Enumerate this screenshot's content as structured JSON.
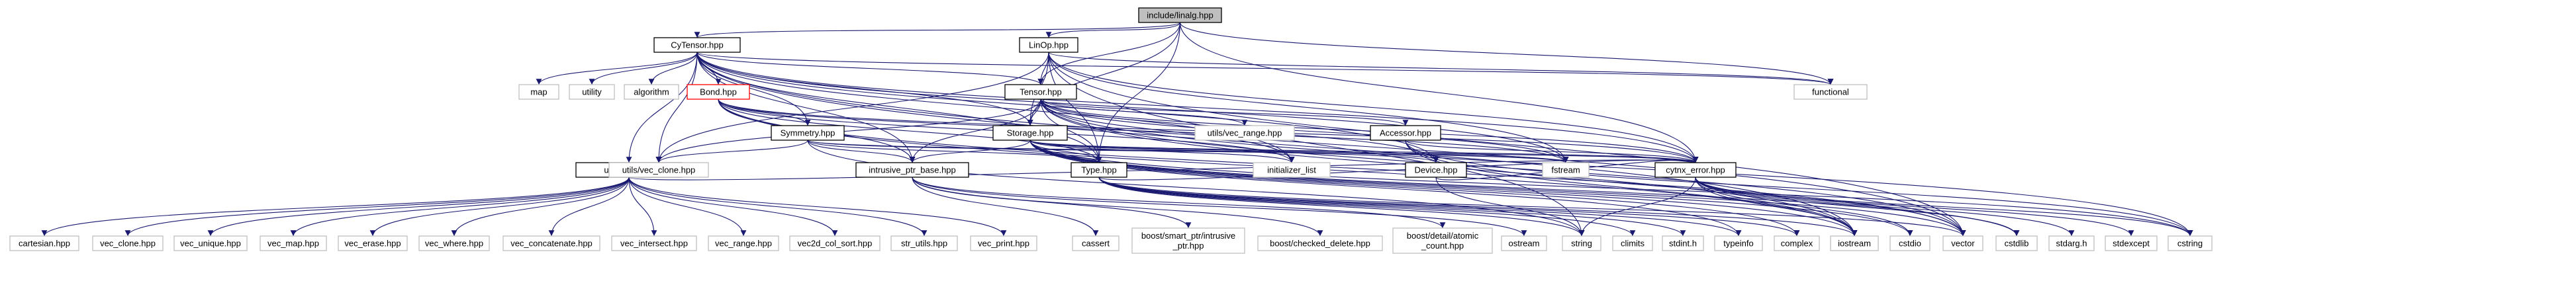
{
  "graph": {
    "nodes": [
      {
        "id": "linalg",
        "label": "include/linalg.hpp",
        "style": "focus"
      },
      {
        "id": "cytensor",
        "label": "CyTensor.hpp",
        "style": "normal"
      },
      {
        "id": "linop",
        "label": "LinOp.hpp",
        "style": "normal"
      },
      {
        "id": "functional",
        "label": "functional",
        "style": "gray"
      },
      {
        "id": "map",
        "label": "map",
        "style": "gray"
      },
      {
        "id": "utility",
        "label": "utility",
        "style": "gray"
      },
      {
        "id": "algorithm",
        "label": "algorithm",
        "style": "gray"
      },
      {
        "id": "bond",
        "label": "Bond.hpp",
        "style": "red"
      },
      {
        "id": "tensor",
        "label": "Tensor.hpp",
        "style": "normal"
      },
      {
        "id": "utils",
        "label": "utils/utils.hpp",
        "style": "normal"
      },
      {
        "id": "symmetry",
        "label": "Symmetry.hpp",
        "style": "normal"
      },
      {
        "id": "storage",
        "label": "Storage.hpp",
        "style": "normal"
      },
      {
        "id": "utilsvecrange",
        "label": "utils/vec_range.hpp",
        "style": "gray"
      },
      {
        "id": "accessor",
        "label": "Accessor.hpp",
        "style": "normal"
      },
      {
        "id": "vecclone2",
        "label": "utils/vec_clone.hpp",
        "style": "gray"
      },
      {
        "id": "intrusive",
        "label": "intrusive_ptr_base.hpp",
        "style": "normal"
      },
      {
        "id": "type",
        "label": "Type.hpp",
        "style": "normal"
      },
      {
        "id": "initlist",
        "label": "initializer_list",
        "style": "gray"
      },
      {
        "id": "device",
        "label": "Device.hpp",
        "style": "normal"
      },
      {
        "id": "fstream",
        "label": "fstream",
        "style": "gray"
      },
      {
        "id": "cytnxerror",
        "label": "cytnx_error.hpp",
        "style": "normal"
      },
      {
        "id": "cartesian",
        "label": "cartesian.hpp",
        "style": "gray"
      },
      {
        "id": "vecclone",
        "label": "vec_clone.hpp",
        "style": "gray"
      },
      {
        "id": "vecunique",
        "label": "vec_unique.hpp",
        "style": "gray"
      },
      {
        "id": "vecmap",
        "label": "vec_map.hpp",
        "style": "gray"
      },
      {
        "id": "vecerase",
        "label": "vec_erase.hpp",
        "style": "gray"
      },
      {
        "id": "vecwhere",
        "label": "vec_where.hpp",
        "style": "gray"
      },
      {
        "id": "vecconcat",
        "label": "vec_concatenate.hpp",
        "style": "gray"
      },
      {
        "id": "vecintersect",
        "label": "vec_intersect.hpp",
        "style": "gray"
      },
      {
        "id": "vecrange",
        "label": "vec_range.hpp",
        "style": "gray"
      },
      {
        "id": "vec2d",
        "label": "vec2d_col_sort.hpp",
        "style": "gray"
      },
      {
        "id": "strutils",
        "label": "str_utils.hpp",
        "style": "gray"
      },
      {
        "id": "vecprint",
        "label": "vec_print.hpp",
        "style": "gray"
      },
      {
        "id": "cassert",
        "label": "cassert",
        "style": "gray"
      },
      {
        "id": "boostsmart",
        "label": "boost/smart_ptr/intrusive\n_ptr.hpp",
        "style": "gray"
      },
      {
        "id": "boostchecked",
        "label": "boost/checked_delete.hpp",
        "style": "gray"
      },
      {
        "id": "boostatomic",
        "label": "boost/detail/atomic\n_count.hpp",
        "style": "gray"
      },
      {
        "id": "ostream",
        "label": "ostream",
        "style": "gray"
      },
      {
        "id": "string",
        "label": "string",
        "style": "gray"
      },
      {
        "id": "climits",
        "label": "climits",
        "style": "gray"
      },
      {
        "id": "stdint",
        "label": "stdint.h",
        "style": "gray"
      },
      {
        "id": "typeinfo",
        "label": "typeinfo",
        "style": "gray"
      },
      {
        "id": "complex",
        "label": "complex",
        "style": "gray"
      },
      {
        "id": "iostream",
        "label": "iostream",
        "style": "gray"
      },
      {
        "id": "cstdio",
        "label": "cstdio",
        "style": "gray"
      },
      {
        "id": "vector",
        "label": "vector",
        "style": "gray"
      },
      {
        "id": "cstdlib",
        "label": "cstdlib",
        "style": "gray"
      },
      {
        "id": "stdarg",
        "label": "stdarg.h",
        "style": "gray"
      },
      {
        "id": "stdexcept",
        "label": "stdexcept",
        "style": "gray"
      },
      {
        "id": "cstring",
        "label": "cstring",
        "style": "gray"
      }
    ],
    "edges": [
      [
        "linalg",
        "cytensor"
      ],
      [
        "linalg",
        "linop"
      ],
      [
        "linalg",
        "functional"
      ],
      [
        "linalg",
        "tensor"
      ],
      [
        "linalg",
        "storage"
      ],
      [
        "linalg",
        "type"
      ],
      [
        "linalg",
        "cytnxerror"
      ],
      [
        "linop",
        "functional"
      ],
      [
        "linop",
        "tensor"
      ],
      [
        "linop",
        "storage"
      ],
      [
        "linop",
        "type"
      ],
      [
        "linop",
        "fstream"
      ],
      [
        "linop",
        "vector"
      ],
      [
        "linop",
        "cytnxerror"
      ],
      [
        "linop",
        "vecclone2"
      ],
      [
        "linop",
        "string"
      ],
      [
        "cytensor",
        "map"
      ],
      [
        "cytensor",
        "utility"
      ],
      [
        "cytensor",
        "algorithm"
      ],
      [
        "cytensor",
        "bond"
      ],
      [
        "cytensor",
        "tensor"
      ],
      [
        "cytensor",
        "utils"
      ],
      [
        "cytensor",
        "symmetry"
      ],
      [
        "cytensor",
        "storage"
      ],
      [
        "cytensor",
        "intrusive"
      ],
      [
        "cytensor",
        "type"
      ],
      [
        "cytensor",
        "initlist"
      ],
      [
        "cytensor",
        "device"
      ],
      [
        "cytensor",
        "fstream"
      ],
      [
        "cytensor",
        "cytnxerror"
      ],
      [
        "cytensor",
        "vecclone2"
      ],
      [
        "cytensor",
        "functional"
      ],
      [
        "cytensor",
        "iostream"
      ],
      [
        "cytensor",
        "vector"
      ],
      [
        "bond",
        "symmetry"
      ],
      [
        "bond",
        "intrusive"
      ],
      [
        "bond",
        "type"
      ],
      [
        "bond",
        "initlist"
      ],
      [
        "bond",
        "cytnxerror"
      ],
      [
        "bond",
        "fstream"
      ],
      [
        "bond",
        "vector"
      ],
      [
        "bond",
        "iostream"
      ],
      [
        "tensor",
        "storage"
      ],
      [
        "tensor",
        "utilsvecrange"
      ],
      [
        "tensor",
        "accessor"
      ],
      [
        "tensor",
        "intrusive"
      ],
      [
        "tensor",
        "type"
      ],
      [
        "tensor",
        "initlist"
      ],
      [
        "tensor",
        "device"
      ],
      [
        "tensor",
        "fstream"
      ],
      [
        "tensor",
        "cytnxerror"
      ],
      [
        "tensor",
        "iostream"
      ],
      [
        "tensor",
        "vector"
      ],
      [
        "tensor",
        "cstring"
      ],
      [
        "tensor",
        "vecclone2"
      ],
      [
        "symmetry",
        "vecclone2"
      ],
      [
        "symmetry",
        "intrusive"
      ],
      [
        "symmetry",
        "type"
      ],
      [
        "symmetry",
        "string"
      ],
      [
        "symmetry",
        "cytnxerror"
      ],
      [
        "symmetry",
        "fstream"
      ],
      [
        "storage",
        "intrusive"
      ],
      [
        "storage",
        "type"
      ],
      [
        "storage",
        "initlist"
      ],
      [
        "storage",
        "device"
      ],
      [
        "storage",
        "fstream"
      ],
      [
        "storage",
        "cytnxerror"
      ],
      [
        "storage",
        "iostream"
      ],
      [
        "storage",
        "vector"
      ],
      [
        "storage",
        "complex"
      ],
      [
        "storage",
        "typeinfo"
      ],
      [
        "storage",
        "cstdio"
      ],
      [
        "storage",
        "cstdlib"
      ],
      [
        "storage",
        "cstring"
      ],
      [
        "accessor",
        "cytnxerror"
      ],
      [
        "accessor",
        "vector"
      ],
      [
        "accessor",
        "iostream"
      ],
      [
        "accessor",
        "cstring"
      ],
      [
        "utils",
        "cartesian"
      ],
      [
        "utils",
        "vecclone"
      ],
      [
        "utils",
        "vecunique"
      ],
      [
        "utils",
        "vecmap"
      ],
      [
        "utils",
        "vecerase"
      ],
      [
        "utils",
        "vecwhere"
      ],
      [
        "utils",
        "vecconcat"
      ],
      [
        "utils",
        "vecintersect"
      ],
      [
        "utils",
        "vecrange"
      ],
      [
        "utils",
        "vec2d"
      ],
      [
        "utils",
        "strutils"
      ],
      [
        "utils",
        "vecprint"
      ],
      [
        "utils",
        "cytnxerror"
      ],
      [
        "intrusive",
        "cassert"
      ],
      [
        "intrusive",
        "boostsmart"
      ],
      [
        "intrusive",
        "boostchecked"
      ],
      [
        "intrusive",
        "boostatomic"
      ],
      [
        "intrusive",
        "ostream"
      ],
      [
        "type",
        "string"
      ],
      [
        "type",
        "climits"
      ],
      [
        "type",
        "stdint"
      ],
      [
        "type",
        "typeinfo"
      ],
      [
        "type",
        "complex"
      ],
      [
        "type",
        "iostream"
      ],
      [
        "type",
        "cytnxerror"
      ],
      [
        "type",
        "vector"
      ],
      [
        "device",
        "cytnxerror"
      ],
      [
        "device",
        "string"
      ],
      [
        "cytnxerror",
        "stdarg"
      ],
      [
        "cytnxerror",
        "stdexcept"
      ],
      [
        "cytnxerror",
        "cstring"
      ],
      [
        "cytnxerror",
        "iostream"
      ],
      [
        "cytnxerror",
        "cstdio"
      ],
      [
        "cytnxerror",
        "cstdlib"
      ],
      [
        "cytnxerror",
        "string"
      ]
    ]
  }
}
